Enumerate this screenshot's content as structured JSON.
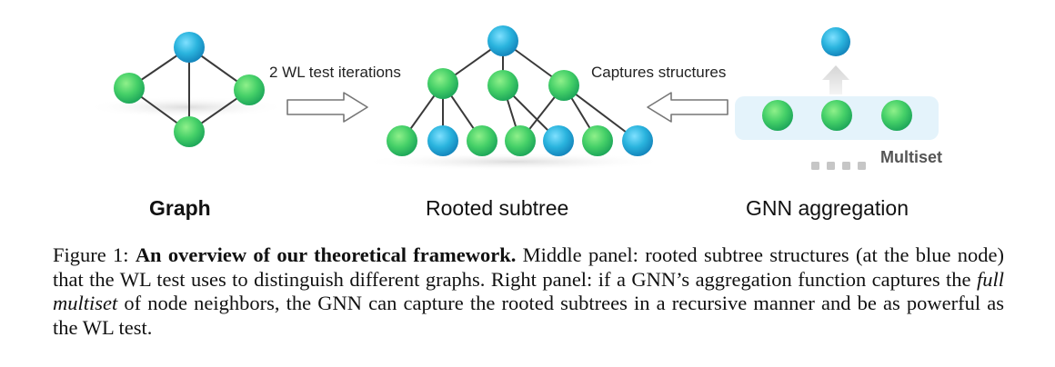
{
  "figure": {
    "panel_labels": {
      "graph": "Graph",
      "subtree": "Rooted subtree",
      "gnn": "GNN aggregation"
    },
    "arrow_labels": {
      "wl": "2 WL test iterations",
      "captures": "Captures structures"
    },
    "multiset_label": "Multiset",
    "colors": {
      "green_node": "#45d068",
      "blue_node": "#2ab4de",
      "edge": "#3a3a3a",
      "multiset_band": "#e4f3fb",
      "arrow_outline": "#777777"
    }
  },
  "caption": {
    "prefix": "Figure 1:",
    "title": "An overview of our theoretical framework.",
    "text1": " Middle panel: rooted subtree structures (at the blue node) that the WL test uses to distinguish different graphs. Right panel: if a GNN’s aggregation function captures the ",
    "emph": "full multiset",
    "text2": " of node neighbors, the GNN can capture the rooted subtrees in a recursive manner and be as powerful as the WL test."
  }
}
